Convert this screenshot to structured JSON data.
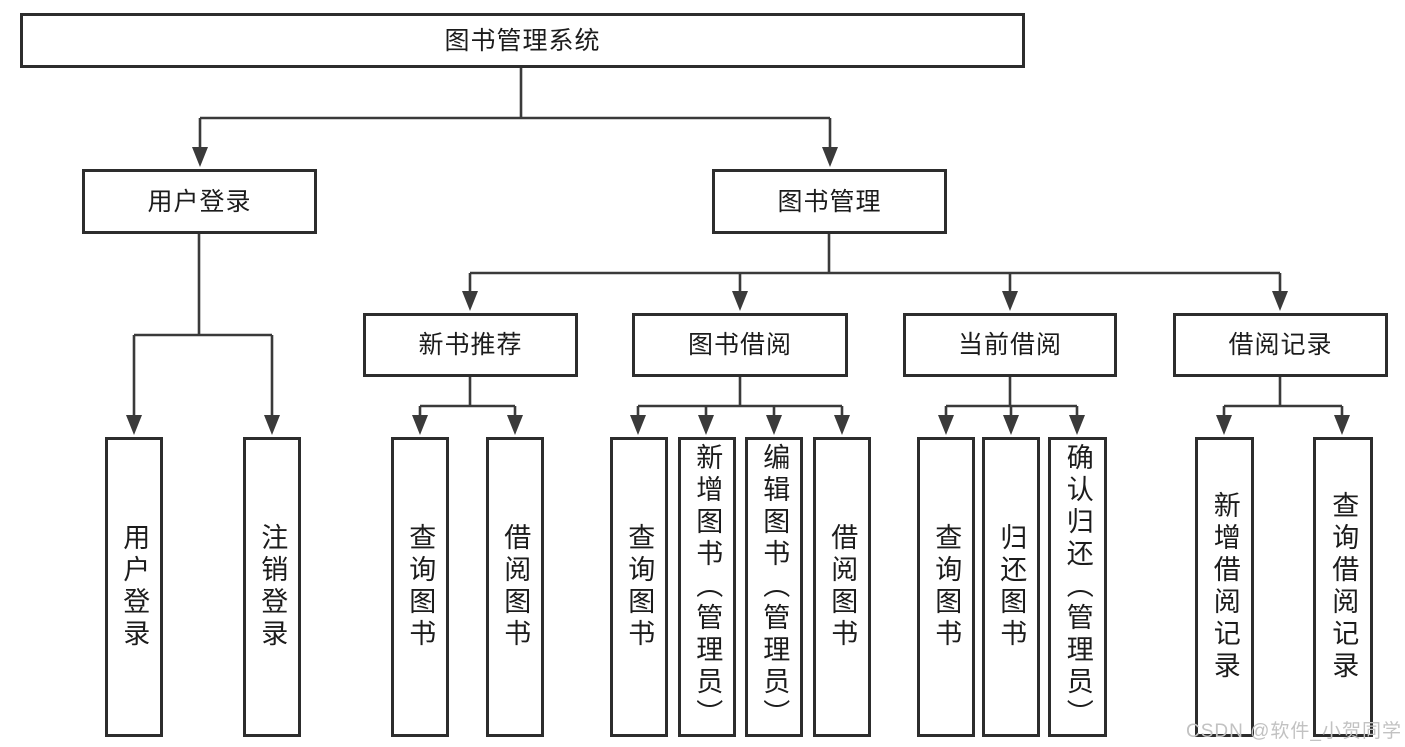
{
  "diagram": {
    "type": "hierarchy-tree",
    "watermark": "CSDN @软件_小贺同学",
    "colors": {
      "line": "#3a3a3a",
      "box_border": "#2d2d2d",
      "text": "#1c1c1c",
      "watermark_text": "#c2c2c2",
      "background": "#ffffff"
    },
    "nodes": {
      "root": {
        "label": "图书管理系统"
      },
      "user_login": {
        "label": "用户登录"
      },
      "book_mgmt": {
        "label": "图书管理"
      },
      "new_book_rec": {
        "label": "新书推荐"
      },
      "book_borrow": {
        "label": "图书借阅"
      },
      "current_borrow": {
        "label": "当前借阅"
      },
      "borrow_record": {
        "label": "借阅记录"
      },
      "ul_login": {
        "label": "用户登录"
      },
      "ul_logout": {
        "label": "注销登录"
      },
      "nr_query": {
        "label": "查询图书"
      },
      "nr_borrow": {
        "label": "借阅图书"
      },
      "bb_query": {
        "label": "查询图书"
      },
      "bb_add": {
        "label": "新增图书（管理员）"
      },
      "bb_edit": {
        "label": "编辑图书（管理员）"
      },
      "bb_borrow": {
        "label": "借阅图书"
      },
      "cb_query": {
        "label": "查询图书"
      },
      "cb_return": {
        "label": "归还图书"
      },
      "cb_confirm": {
        "label": "确认归还（管理员）"
      },
      "br_add": {
        "label": "新增借阅记录"
      },
      "br_query": {
        "label": "查询借阅记录"
      }
    },
    "hierarchy": {
      "图书管理系统": {
        "用户登录": [
          "用户登录",
          "注销登录"
        ],
        "图书管理": {
          "新书推荐": [
            "查询图书",
            "借阅图书"
          ],
          "图书借阅": [
            "查询图书",
            "新增图书（管理员）",
            "编辑图书（管理员）",
            "借阅图书"
          ],
          "当前借阅": [
            "查询图书",
            "归还图书",
            "确认归还（管理员）"
          ],
          "借阅记录": [
            "新增借阅记录",
            "查询借阅记录"
          ]
        }
      }
    }
  }
}
